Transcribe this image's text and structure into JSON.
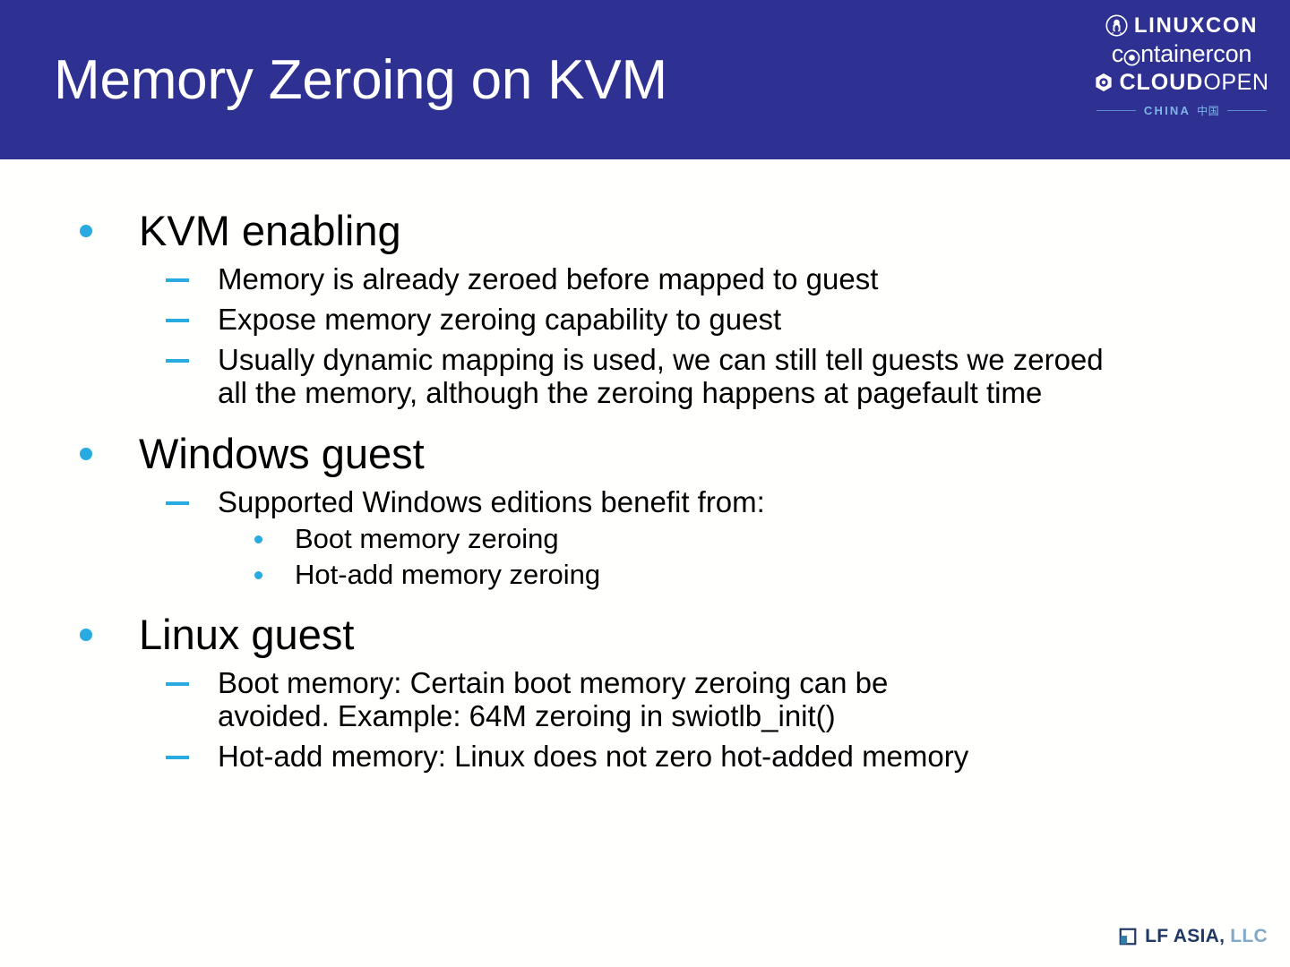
{
  "slide": {
    "title": "Memory Zeroing on KVM",
    "header_color": "#2E3192",
    "bullet_color": "#29ABE2",
    "text_color": "#000000",
    "background_color": "#FFFFFF"
  },
  "conference_logo": {
    "linuxcon": "LINUXCON",
    "containercon_pre": "c",
    "containercon_post": "ntainercon",
    "cloud": "CLOUD",
    "open": "OPEN",
    "region": "CHINA",
    "region_cjk": "中国",
    "icons": {
      "penguin": "penguin-roundel-icon",
      "target": "target-o-icon",
      "hexagon": "cloudopen-hex-icon"
    }
  },
  "body": {
    "items": [
      {
        "text": "KVM enabling",
        "children": [
          {
            "text": "Memory is already zeroed before mapped to guest"
          },
          {
            "text": "Expose memory zeroing capability to guest"
          },
          {
            "text": "Usually dynamic mapping is used, we can still tell guests we zeroed all the memory, although the zeroing happens at pagefault time"
          }
        ]
      },
      {
        "text": "Windows guest",
        "children": [
          {
            "text": "Supported Windows editions benefit from:",
            "children": [
              {
                "text": "Boot memory zeroing"
              },
              {
                "text": "Hot-add memory zeroing"
              }
            ]
          }
        ]
      },
      {
        "text": "Linux guest",
        "children": [
          {
            "text": "Boot memory: Certain boot memory zeroing can be avoided. Example: 64M zeroing in swiotlb_init()"
          },
          {
            "text": "Hot-add memory: Linux does not zero hot-added memory"
          }
        ]
      }
    ]
  },
  "footer": {
    "brand_strong": "LF ASIA,",
    "brand_light": "LLC",
    "mark": "lf-asia-square-icon",
    "brand_strong_color": "#1F3864",
    "brand_light_color": "#7FA8C9"
  }
}
